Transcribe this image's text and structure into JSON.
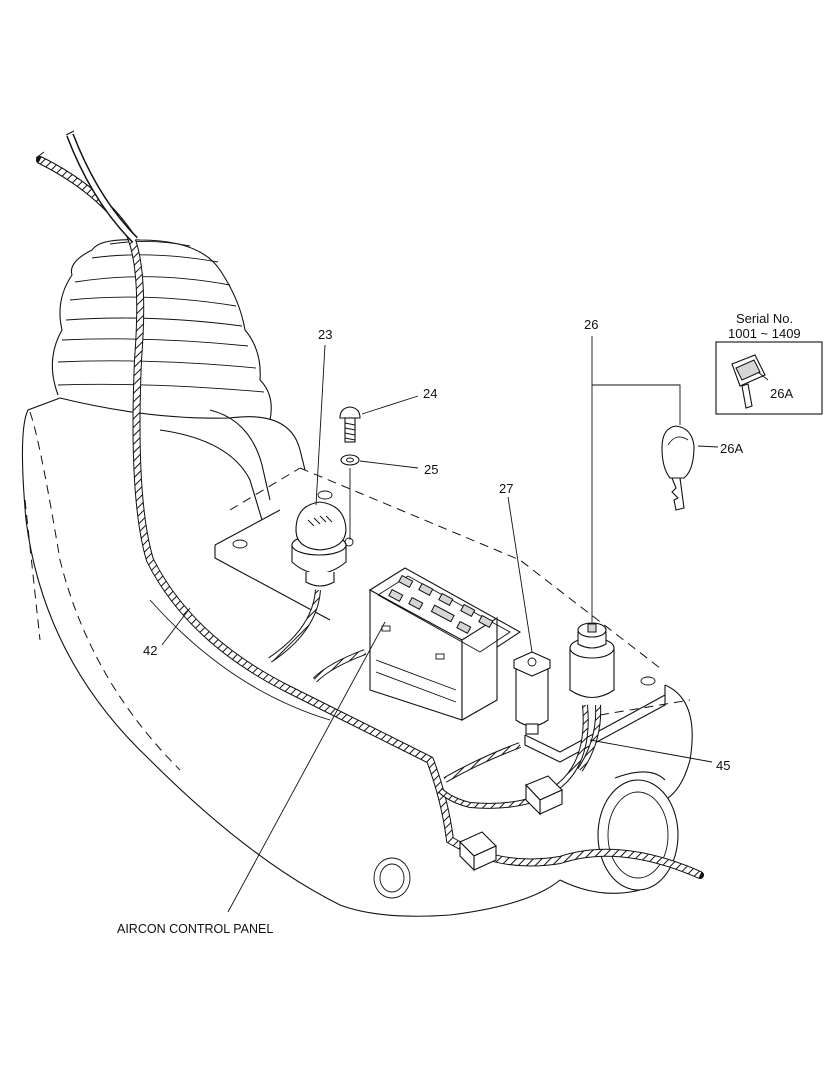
{
  "callouts": {
    "c23": "23",
    "c24": "24",
    "c25": "25",
    "c26": "26",
    "c26a": "26A",
    "c27": "27",
    "c42": "42",
    "c45": "45"
  },
  "inset": {
    "serial_label": "Serial No.",
    "serial_range": "1001 ~ 1409",
    "key_label": "26A"
  },
  "caption": {
    "aircon_panel": "AIRCON CONTROL PANEL"
  }
}
